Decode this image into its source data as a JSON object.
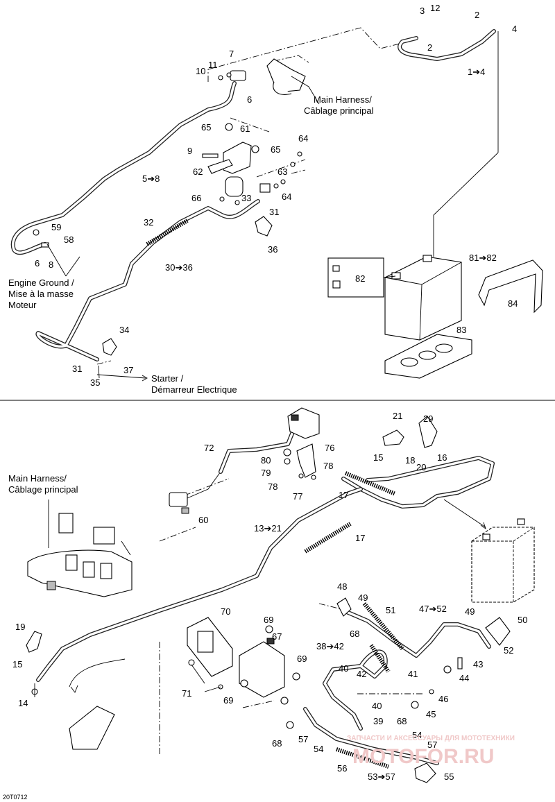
{
  "drawing_code": "20T0712",
  "watermark": {
    "caption": "ЗАПЧАСТИ И АКСЕССУАРЫ ДЛЯ МОТОТЕХНИКИ",
    "brand": "MOTOFOR.RU"
  },
  "top": {
    "callouts": {
      "c3": "3",
      "c12": "12",
      "c2a": "2",
      "c2b": "2",
      "c4": "4",
      "c1to4": "1➔4",
      "c7": "7",
      "c11": "11",
      "c10": "10",
      "c6a": "6",
      "c65a": "65",
      "c61": "61",
      "c9": "9",
      "c65b": "65",
      "c64a": "64",
      "c62": "62",
      "c63": "63",
      "c64b": "64",
      "c5to8": "5➔8",
      "c66": "66",
      "c33": "33",
      "c31a": "31",
      "c32": "32",
      "c59": "59",
      "c58": "58",
      "c6b": "6",
      "c8": "8",
      "c36": "36",
      "c30to36": "30➔36",
      "c81to82": "81➔82",
      "c82": "82",
      "c84": "84",
      "c83": "83",
      "c34": "34",
      "c31b": "31",
      "c37": "37",
      "c35": "35"
    },
    "main_harness_en": "Main Harness/",
    "main_harness_fr": "Câblage principal",
    "engine_ground_1": "Engine Ground /",
    "engine_ground_2": "Mise à la masse",
    "engine_ground_3": "Moteur",
    "starter_1": "Starter /",
    "starter_2": "Démarreur Electrique"
  },
  "bottom": {
    "callouts": {
      "c72": "72",
      "c21": "21",
      "c29": "29",
      "c80": "80",
      "c76": "76",
      "c78a": "78",
      "c79": "79",
      "c78b": "78",
      "c77": "77",
      "c15a": "15",
      "c18": "18",
      "c16": "16",
      "c20": "20",
      "c17a": "17",
      "c60": "60",
      "c13to21": "13➔21",
      "c17b": "17",
      "c19": "19",
      "c70": "70",
      "c69a": "69",
      "c67": "67",
      "c69b": "69",
      "c48": "48",
      "c49a": "49",
      "c51": "51",
      "c47to52": "47➔52",
      "c49b": "49",
      "c50": "50",
      "c68a": "68",
      "c38to42": "38➔42",
      "c40a": "40",
      "c42": "42",
      "c41": "41",
      "c52": "52",
      "c43": "43",
      "c44": "44",
      "c15b": "15",
      "c14": "14",
      "c71": "71",
      "c69c": "69",
      "c46": "46",
      "c45": "45",
      "c40b": "40",
      "c39": "39",
      "c68b": "68",
      "c57a": "57",
      "c68c": "68",
      "c54a": "54",
      "c54b": "54",
      "c57b": "57",
      "c56": "56",
      "c53to57": "53➔57",
      "c55": "55"
    },
    "main_harness_en": "Main Harness/",
    "main_harness_fr": "Câblage principal"
  }
}
